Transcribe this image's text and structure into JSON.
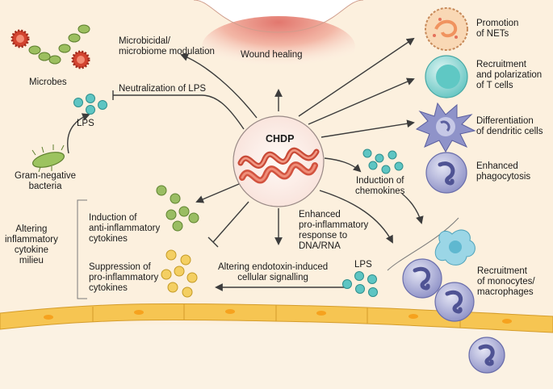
{
  "center_label": "CHDP",
  "labels": {
    "wound_healing": "Wound healing",
    "microbicidal": "Microbicidal/\nmicrobiome modulation",
    "microbes": "Microbes",
    "neutralization_lps": "Neutralization of LPS",
    "lps_top": "LPS",
    "gram_negative": "Gram-negative\nbacteria",
    "altering_milieu": "Altering\ninflammatory\ncytokine\nmilieu",
    "anti_inflammatory": "Induction of\nanti-inflammatory\ncytokines",
    "suppression": "Suppression of\npro-inflammatory\ncytokines",
    "endotoxin": "Altering endotoxin-induced\ncellular signalling",
    "enhanced_response": "Enhanced\npro-inflammatory\nresponse to\nDNA/RNA",
    "lps_bottom": "LPS",
    "chemokines": "Induction of\nchemokines",
    "nets": "Promotion\nof NETs",
    "t_cells": "Recruitment\nand polarization\nof T cells",
    "dendritic": "Differentiation\nof dendritic cells",
    "phagocytosis": "Enhanced\nphagocytosis",
    "monocytes": "Recruitment\nof monocytes/\nmacrophages"
  },
  "colors": {
    "tissue": "#fbeed6",
    "endothelium": "#f7c75a",
    "wound": "#e7837b",
    "center_fill": "#fdf1ec",
    "helix": "#d85a45",
    "arrow": "#3c3c3c",
    "lps": "#5ec5c3",
    "anti_cytokine": "#9abd63",
    "pro_cytokine": "#f4cf62",
    "macrophage": "#aeb0d6",
    "dendritic": "#8f93c9",
    "t_cell": "#86d6d3",
    "net": "#f8d6b4"
  }
}
